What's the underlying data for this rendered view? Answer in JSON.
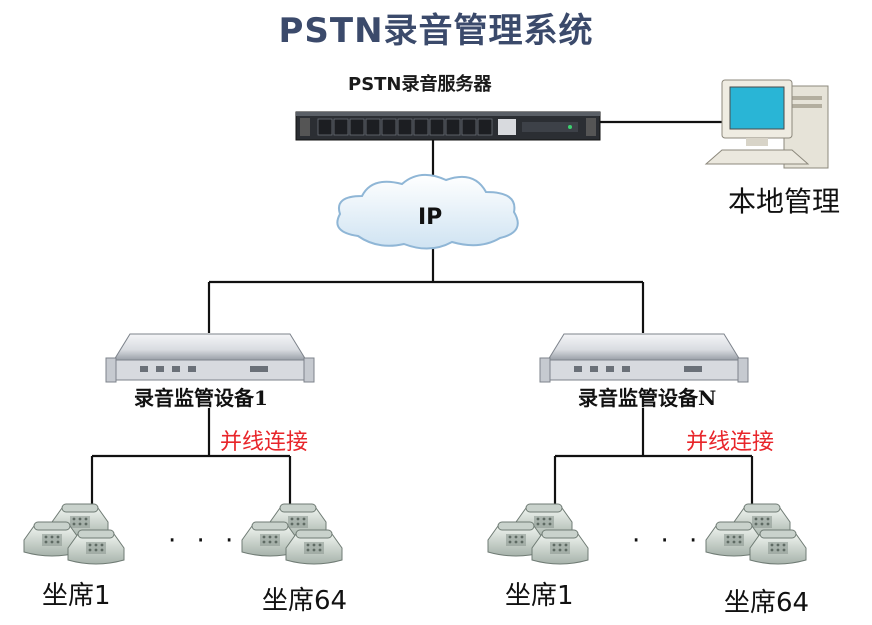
{
  "title": "PSTN录音管理系统",
  "server": {
    "label": "PSTN录音服务器"
  },
  "local_admin": {
    "label": "本地管理"
  },
  "network": {
    "label": "IP"
  },
  "devices": [
    {
      "label": "录音监管设备1",
      "connection": "并线连接",
      "seat_first": "坐席1",
      "seat_last": "坐席64"
    },
    {
      "label": "录音监管设备N",
      "connection": "并线连接",
      "seat_first": "坐席1",
      "seat_last": "坐席64"
    }
  ],
  "ellipsis": "· · ·",
  "colors": {
    "title": "#3b4a6b",
    "connection": "#e8252a",
    "cloud_fill": "#d7e9f5",
    "cloud_stroke": "#8fb6d6"
  }
}
